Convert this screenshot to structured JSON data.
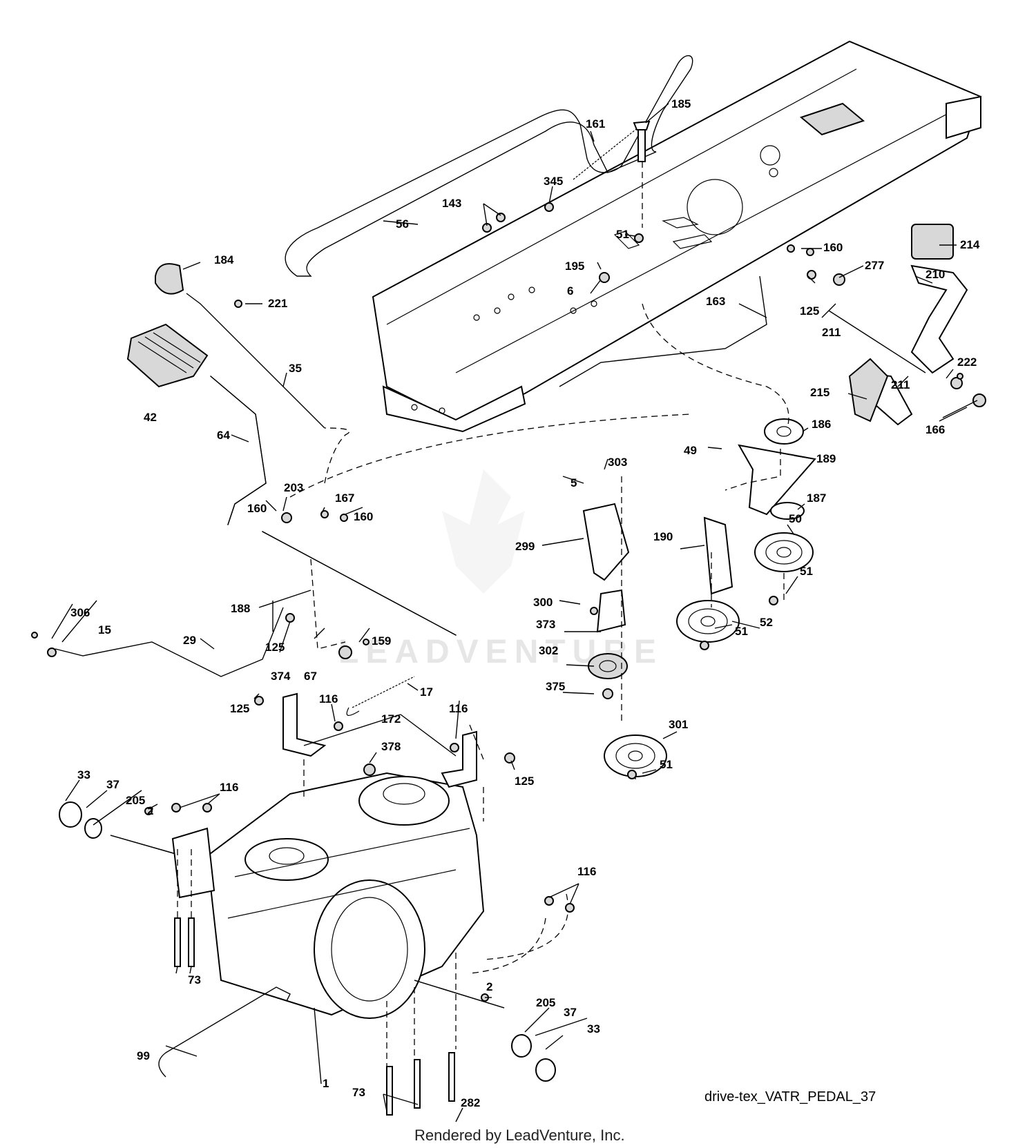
{
  "diagram_code": "drive-tex_VATR_PEDAL_37",
  "rendered_by": "Rendered by LeadVenture, Inc.",
  "watermark": "LEADVENTURE",
  "callouts": [
    "185",
    "161",
    "345",
    "143",
    "56",
    "51",
    "195",
    "6",
    "160",
    "214",
    "277",
    "210",
    "184",
    "221",
    "125",
    "163",
    "211",
    "42",
    "35",
    "215",
    "222",
    "211",
    "166",
    "64",
    "186",
    "303",
    "49",
    "189",
    "5",
    "203",
    "167",
    "160",
    "160",
    "187",
    "50",
    "299",
    "190",
    "51",
    "188",
    "300",
    "52",
    "306",
    "15",
    "29",
    "125",
    "373",
    "51",
    "374",
    "67",
    "159",
    "302",
    "17",
    "375",
    "125",
    "116",
    "116",
    "172",
    "301",
    "378",
    "51",
    "125",
    "33",
    "37",
    "116",
    "205",
    "2",
    "116",
    "73",
    "2",
    "205",
    "37",
    "99",
    "33",
    "1",
    "73",
    "282"
  ]
}
